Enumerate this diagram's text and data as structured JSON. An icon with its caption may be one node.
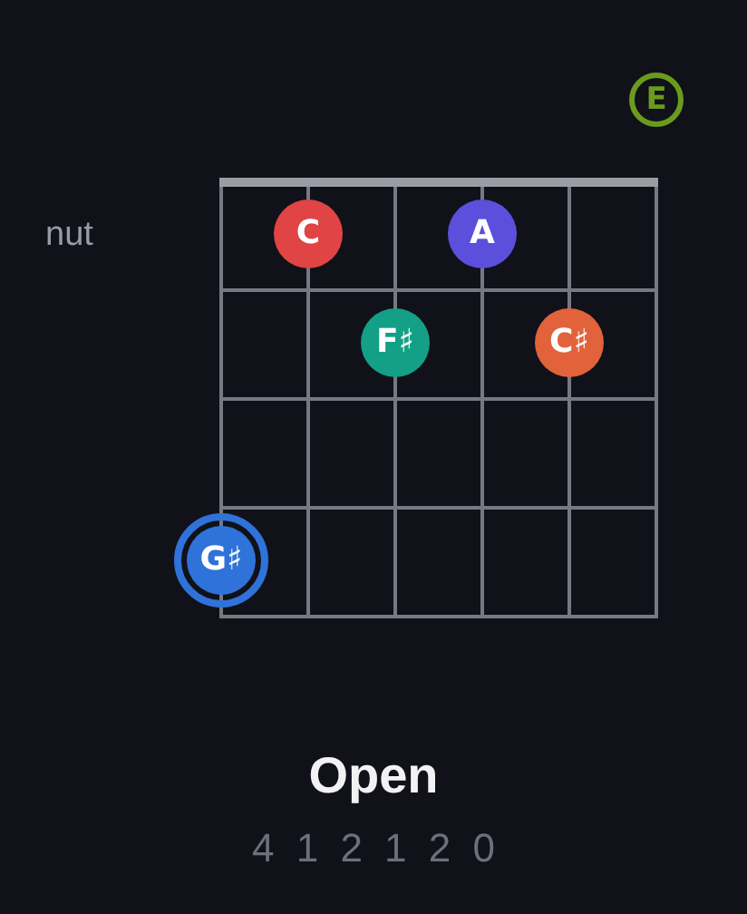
{
  "diagram": {
    "title": "Open",
    "nodes": [
      {
        "text": [
          "E"
        ]
      },
      {
        "text": [
          "C"
        ]
      },
      {
        "text": [
          "A"
        ]
      },
      {
        "text": [
          "F♯"
        ]
      },
      {
        "text": [
          "C♯"
        ]
      },
      {
        "text": [
          "G♯"
        ]
      }
    ],
    "labels": [
      "nut",
      "4 1 2 1 2 0"
    ]
  }
}
